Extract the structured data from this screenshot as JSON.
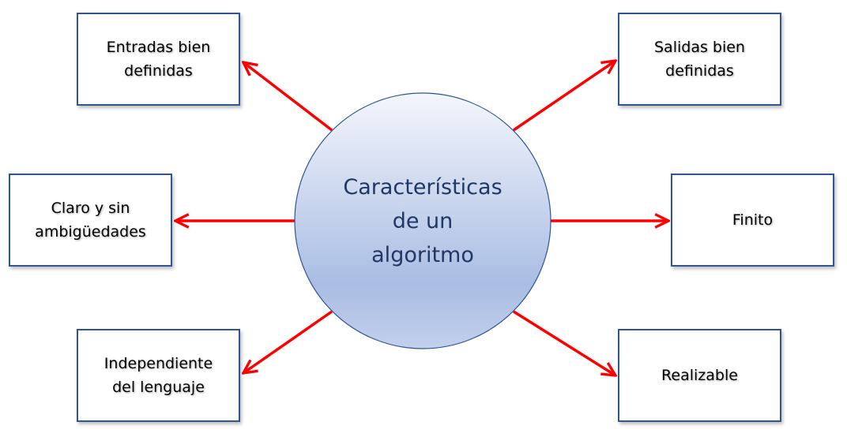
{
  "center": {
    "label": "Características de un algoritmo"
  },
  "nodes": [
    {
      "label": "Entradas bien definidas"
    },
    {
      "label": "Salidas bien definidas"
    },
    {
      "label": "Claro y sin ambigüedades"
    },
    {
      "label": "Finito"
    },
    {
      "label": "Independiente del lenguaje"
    },
    {
      "label": "Realizable"
    }
  ],
  "colors": {
    "arrow": "#ff0000",
    "box_border": "#2f5597",
    "circle_border": "#2f5597",
    "center_text": "#1f3864"
  }
}
